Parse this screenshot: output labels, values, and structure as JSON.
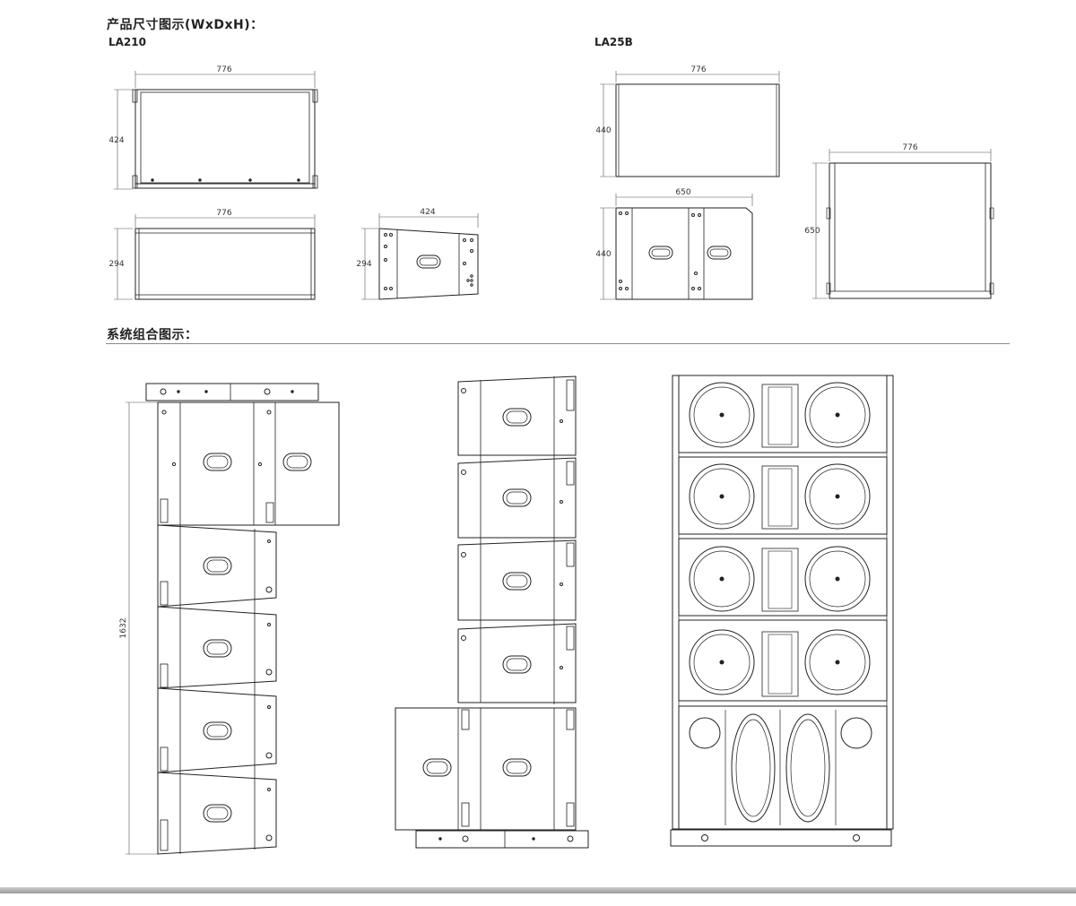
{
  "headings": {
    "dimensions": "产品尺寸图示(WxDxH)：",
    "system": "系统组合图示："
  },
  "models": {
    "la210": "LA210",
    "la25b": "LA25B"
  },
  "dimensions": {
    "la210_front_width": "776",
    "la210_front_height": "424",
    "la210_top_width": "776",
    "la210_top_depth": "294",
    "la210_side_width": "424",
    "la210_side_height": "294",
    "la25b_front_width": "776",
    "la25b_front_height": "440",
    "la25b_side_width": "650",
    "la25b_side_height": "440",
    "la25b_top_width": "776",
    "la25b_top_depth": "650",
    "array_height": "1632"
  },
  "colors": {
    "line": "#222222",
    "rule": "#8a8a8a"
  }
}
